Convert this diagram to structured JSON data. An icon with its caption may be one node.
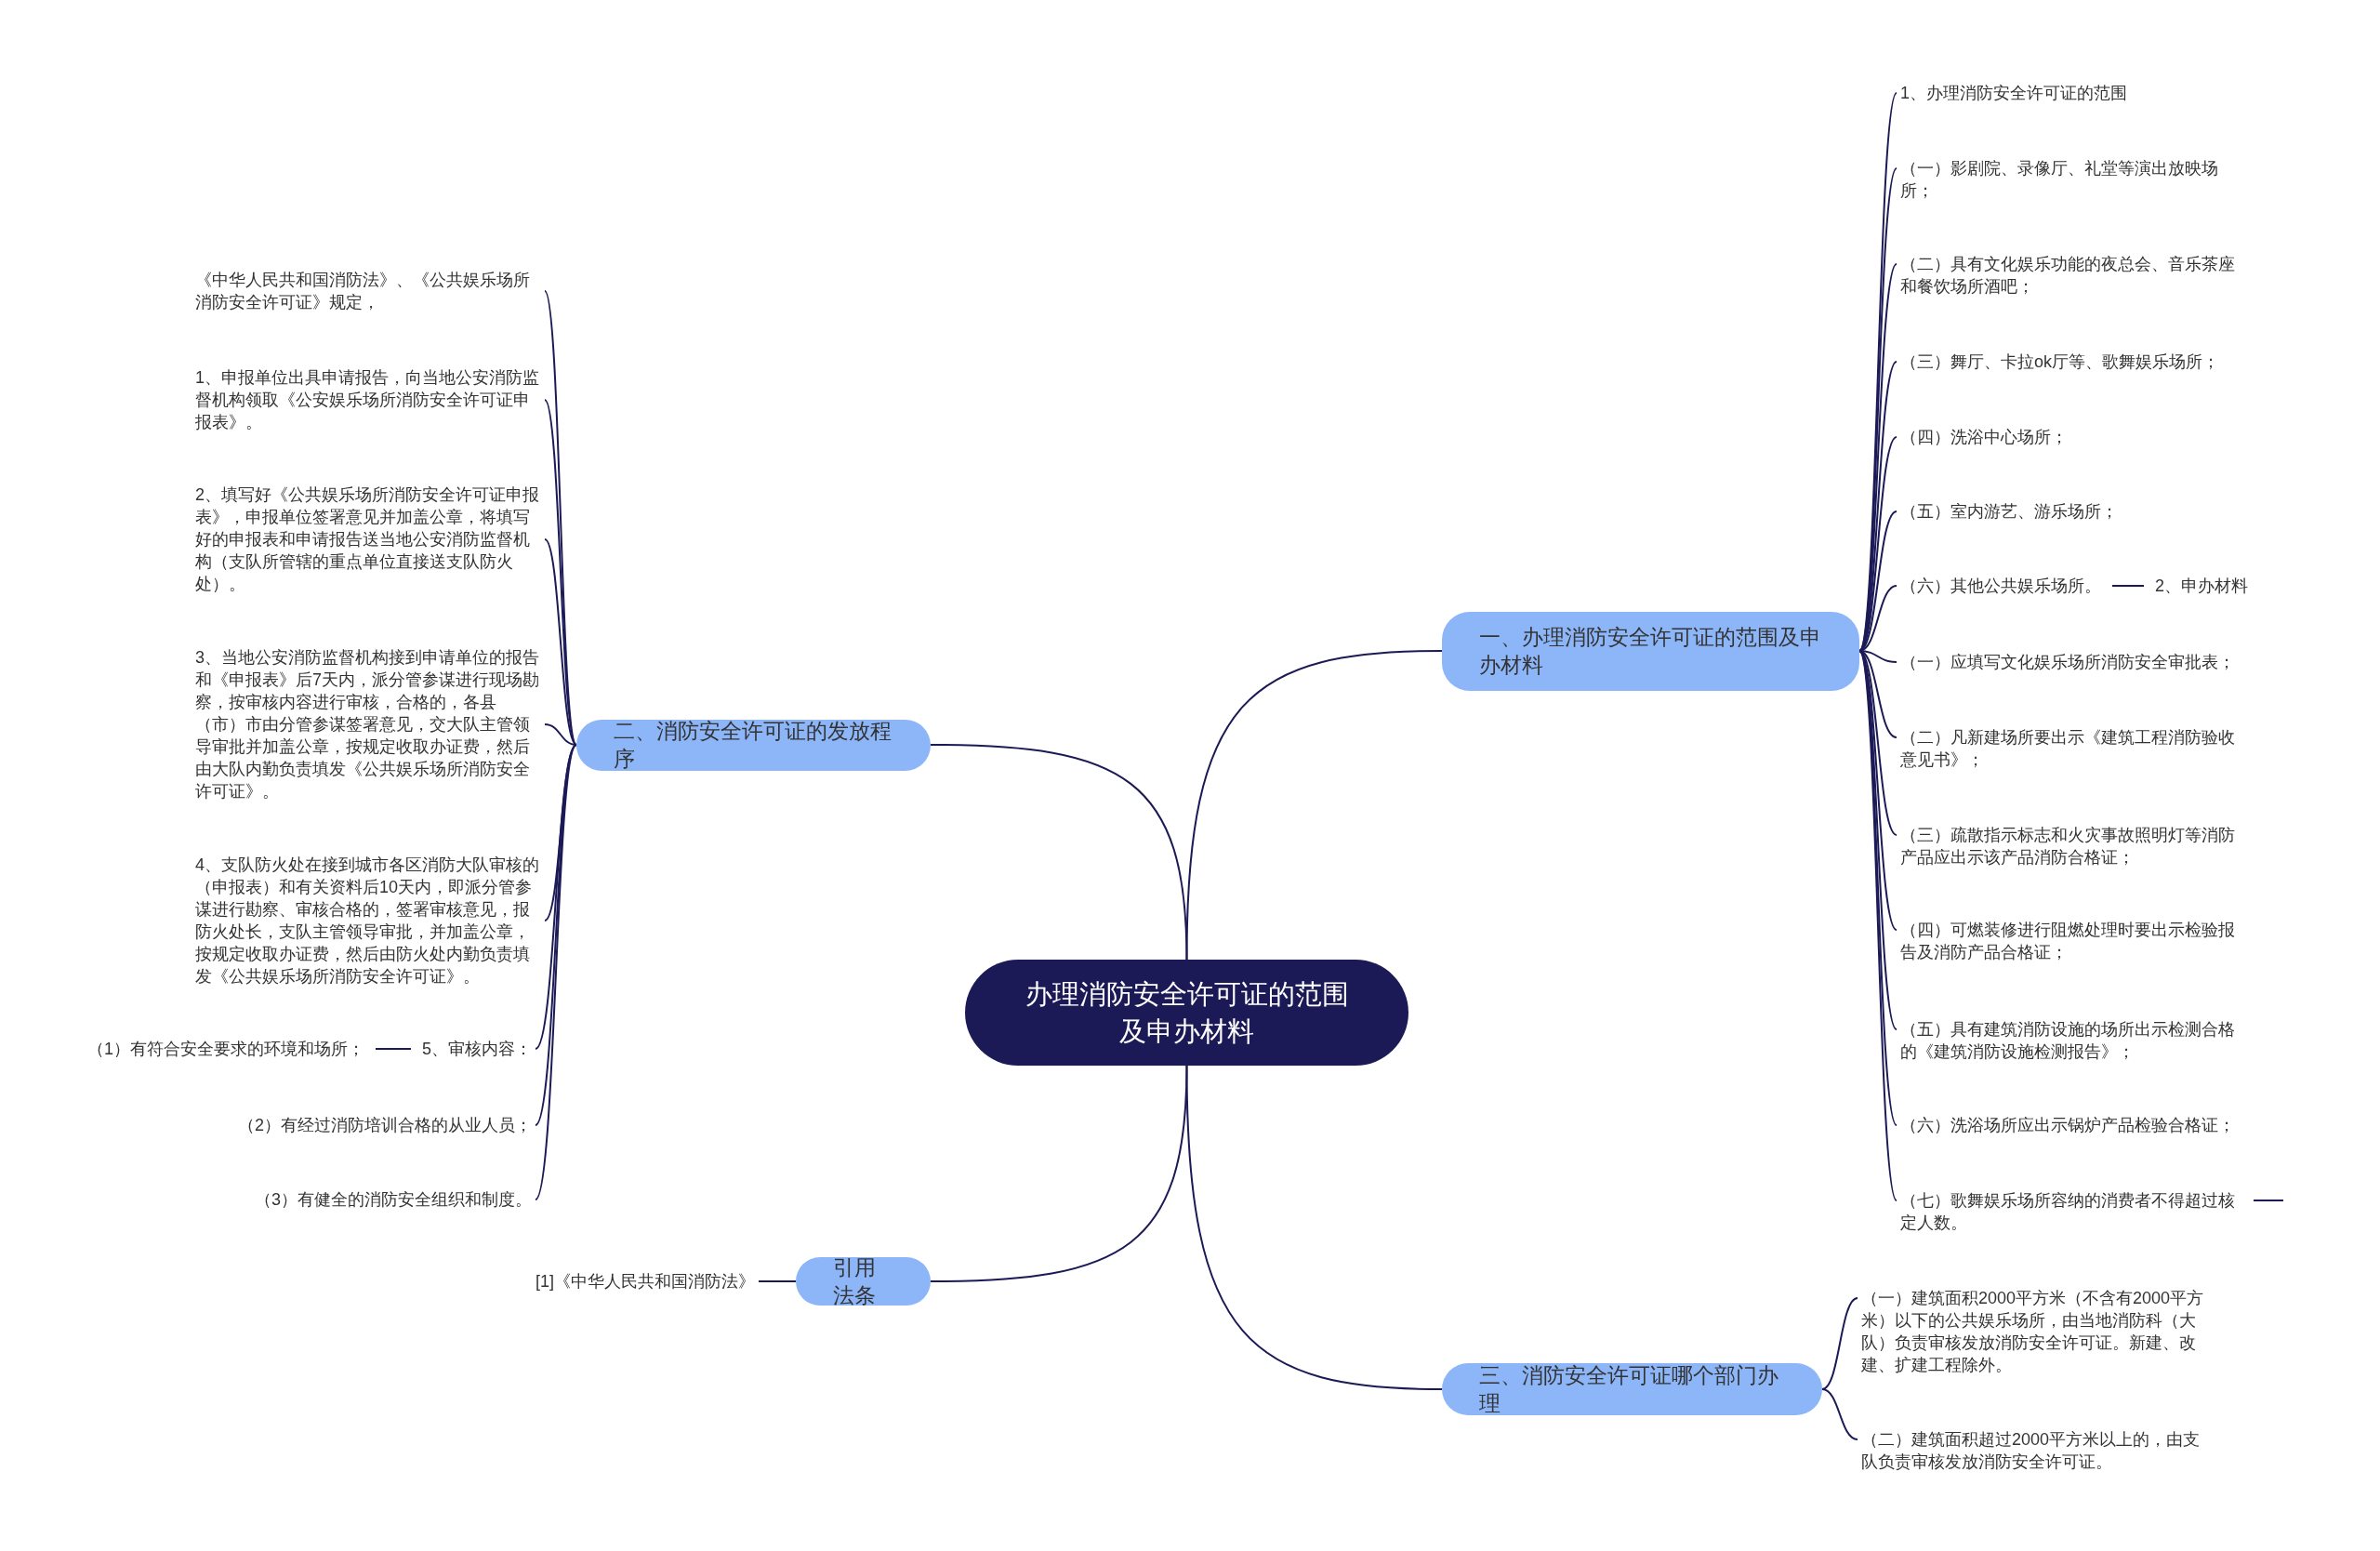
{
  "diagram": {
    "nodes": [
      {
        "text": [
          "办理消防安全许可证的范围及申办材料"
        ]
      },
      {
        "text": [
          "一、办理消防安全许可证的范围及申办材料"
        ]
      },
      {
        "text": [
          "1、办理消防安全许可证的范围"
        ]
      },
      {
        "text": [
          "（一）影剧院、录像厅、礼堂等演出放映场所；"
        ]
      },
      {
        "text": [
          "（二）具有文化娱乐功能的夜总会、音乐茶座和餐饮场所酒吧；"
        ]
      },
      {
        "text": [
          "（三）舞厅、卡拉ok厅等、歌舞娱乐场所；"
        ]
      },
      {
        "text": [
          "（四）洗浴中心场所；"
        ]
      },
      {
        "text": [
          "（五）室内游艺、游乐场所；"
        ]
      },
      {
        "text": [
          "（六）其他公共娱乐场所。"
        ]
      },
      {
        "text": [
          "2、申办材料"
        ]
      },
      {
        "text": [
          "（一）应填写文化娱乐场所消防安全审批表；"
        ]
      },
      {
        "text": [
          "（二）凡新建场所要出示《建筑工程消防验收意见书》；"
        ]
      },
      {
        "text": [
          "（三）疏散指示标志和火灾事故照明灯等消防产品应出示该产品消防合格证；"
        ]
      },
      {
        "text": [
          "（四）可燃装修进行阻燃处理时要出示检验报告及消防产品合格证；"
        ]
      },
      {
        "text": [
          "（五）具有建筑消防设施的场所出示检测合格的《建筑消防设施检测报告》；"
        ]
      },
      {
        "text": [
          "（六）洗浴场所应出示锅炉产品检验合格证；"
        ]
      },
      {
        "text": [
          "（七）歌舞娱乐场所容纳的消费者不得超过核定人数。"
        ]
      },
      {
        "text": [
          "二、消防安全许可证的发放程序"
        ]
      },
      {
        "text": [
          "《中华人民共和国消防法》、《公共娱乐场所消防安全许可证》规定，"
        ]
      },
      {
        "text": [
          "1、申报单位出具申请报告，向当地公安消防监督机构领取《公安娱乐场所消防安全许可证申报表》。"
        ]
      },
      {
        "text": [
          "2、填写好《公共娱乐场所消防安全许可证申报表》，申报单位签署意见并加盖公章，将填写好的申报表和申请报告送当地公安消防监督机构（支队所管辖的重点单位直接送支队防火处）。"
        ]
      },
      {
        "text": [
          "3、当地公安消防监督机构接到申请单位的报告和《申报表》后7天内，派分管参谋进行现场勘察，按审核内容进行审核，合格的，各县（市）市由分管参谋签署意见，交大队主管领导审批并加盖公章，按规定收取办证费，然后由大队内勤负责填发《公共娱乐场所消防安全许可证》。"
        ]
      },
      {
        "text": [
          "4、支队防火处在接到城市各区消防大队审核的（申报表）和有关资料后10天内，即派分管参谋进行勘察、审核合格的，签署审核意见，报防火处长，支队主管领导审批，并加盖公章，按规定收取办证费，然后由防火处内勤负责填发《公共娱乐场所消防安全许可证》。"
        ]
      },
      {
        "text": [
          "5、审核内容："
        ]
      },
      {
        "text": [
          "（1）有符合安全要求的环境和场所；"
        ]
      },
      {
        "text": [
          "（2）有经过消防培训合格的从业人员；"
        ]
      },
      {
        "text": [
          "（3）有健全的消防安全组织和制度。"
        ]
      },
      {
        "text": [
          "引用法条"
        ]
      },
      {
        "text": [
          "[1]《中华人民共和国消防法》"
        ]
      },
      {
        "text": [
          "三、消防安全许可证哪个部门办理"
        ]
      },
      {
        "text": [
          "（一）建筑面积2000平方米（不含有2000平方米）以下的公共娱乐场所，由当地消防科（大队）负责审核发放消防安全许可证。新建、改建、扩建工程除外。"
        ]
      },
      {
        "text": [
          "（二）建筑面积超过2000平方米以上的，由支队负责审核发放消防安全许可证。"
        ]
      }
    ],
    "edges": [
      {
        "from": 0,
        "to": 1,
        "arrow": "none"
      },
      {
        "from": 1,
        "to": 2,
        "arrow": "none"
      },
      {
        "from": 1,
        "to": 3,
        "arrow": "none"
      },
      {
        "from": 1,
        "to": 4,
        "arrow": "none"
      },
      {
        "from": 1,
        "to": 5,
        "arrow": "none"
      },
      {
        "from": 1,
        "to": 6,
        "arrow": "none"
      },
      {
        "from": 1,
        "to": 7,
        "arrow": "none"
      },
      {
        "from": 1,
        "to": 8,
        "arrow": "none"
      },
      {
        "from": 8,
        "to": 9,
        "arrow": "none"
      },
      {
        "from": 1,
        "to": 10,
        "arrow": "none"
      },
      {
        "from": 1,
        "to": 11,
        "arrow": "none"
      },
      {
        "from": 1,
        "to": 12,
        "arrow": "none"
      },
      {
        "from": 1,
        "to": 13,
        "arrow": "none"
      },
      {
        "from": 1,
        "to": 14,
        "arrow": "none"
      },
      {
        "from": 1,
        "to": 15,
        "arrow": "none"
      },
      {
        "from": 1,
        "to": 16,
        "arrow": "none"
      },
      {
        "from": 16,
        "to": null,
        "arrow": "none"
      },
      {
        "from": 0,
        "to": 17,
        "arrow": "none"
      },
      {
        "from": 17,
        "to": 18,
        "arrow": "none"
      },
      {
        "from": 17,
        "to": 19,
        "arrow": "none"
      },
      {
        "from": 17,
        "to": 20,
        "arrow": "none"
      },
      {
        "from": 17,
        "to": 21,
        "arrow": "none"
      },
      {
        "from": 17,
        "to": 22,
        "arrow": "none"
      },
      {
        "from": 17,
        "to": 23,
        "arrow": "none"
      },
      {
        "from": 23,
        "to": 24,
        "arrow": "none"
      },
      {
        "from": 17,
        "to": 25,
        "arrow": "none"
      },
      {
        "from": 17,
        "to": 26,
        "arrow": "none"
      },
      {
        "from": 0,
        "to": 27,
        "arrow": "none"
      },
      {
        "from": 27,
        "to": 28,
        "arrow": "none"
      },
      {
        "from": 0,
        "to": 29,
        "arrow": "none"
      },
      {
        "from": 29,
        "to": 30,
        "arrow": "none"
      },
      {
        "from": 29,
        "to": 31,
        "arrow": "none"
      }
    ]
  }
}
